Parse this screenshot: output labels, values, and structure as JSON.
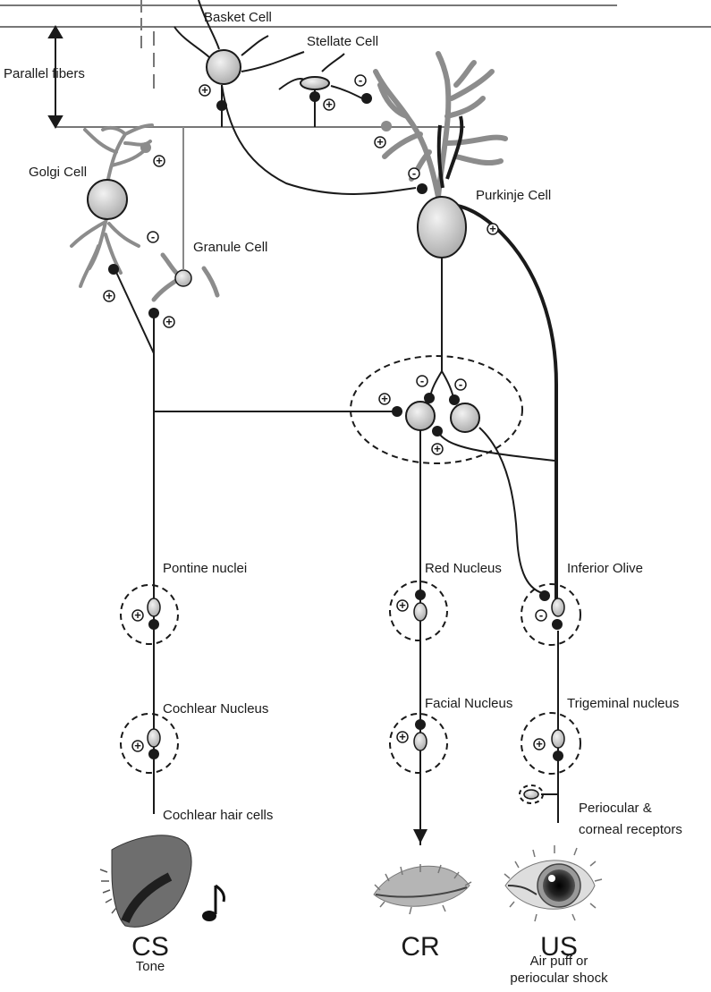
{
  "labels": {
    "basket_cell": "Basket Cell",
    "stellate_cell": "Stellate Cell",
    "parallel_fibers": "Parallel fibers",
    "golgi_cell": "Golgi Cell",
    "purkinje_cell": "Purkinje Cell",
    "granule_cell": "Granule Cell",
    "pontine_nuclei": "Pontine nuclei",
    "red_nucleus": "Red Nucleus",
    "inferior_olive": "Inferior Olive",
    "cochlear_nucleus": "Cochlear Nucleus",
    "facial_nucleus": "Facial Nucleus",
    "trigeminal_nucleus": "Trigeminal nucleus",
    "cochlear_hair_cells": "Cochlear hair cells",
    "periocular_line1": "Periocular &",
    "periocular_line2": "corneal receptors"
  },
  "stimuli": {
    "cs": {
      "title": "CS",
      "subtitle": "Tone"
    },
    "cr": {
      "title": "CR"
    },
    "us": {
      "title": "US",
      "subtitle_line1": "Air puff or",
      "subtitle_line2": "periocular shock"
    }
  },
  "signs": {
    "plus": "+",
    "minus": "-"
  },
  "colors": {
    "line": "#1a1a1a",
    "dendrite": "#8c8c8c",
    "soma_fill": "#cfcfcf",
    "fiber": "#777777"
  }
}
